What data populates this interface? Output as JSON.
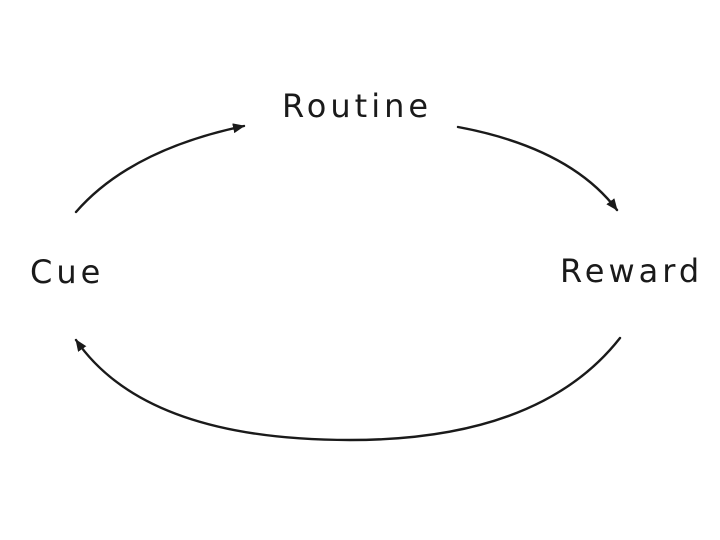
{
  "diagram": {
    "nodes": {
      "routine": "Routine",
      "cue": "Cue",
      "reward": "Reward"
    },
    "colors": {
      "ink": "#1a1a1a",
      "background": "#ffffff"
    }
  }
}
